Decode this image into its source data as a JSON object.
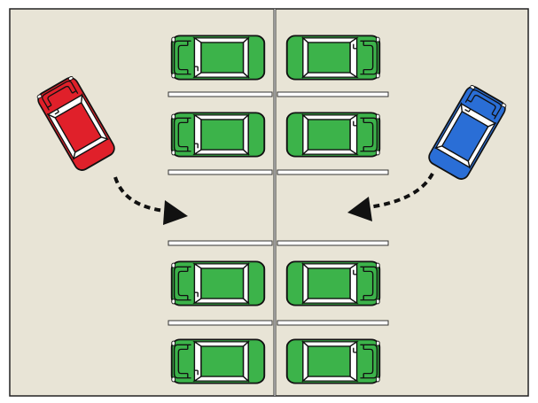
{
  "colors": {
    "background": "#e8e4d6",
    "border": "#222222",
    "lines": "#ffffff",
    "center_line": "#333333",
    "parked_car": "#3cb34a",
    "red_car": "#e0202a",
    "blue_car": "#2a6ed6",
    "arrow": "#111111"
  },
  "parked_cars": {
    "count": 8,
    "color": "parked_car"
  },
  "moving_cars": [
    {
      "label": "red-car",
      "color": "red_car"
    },
    {
      "label": "blue-car",
      "color": "blue_car"
    }
  ]
}
